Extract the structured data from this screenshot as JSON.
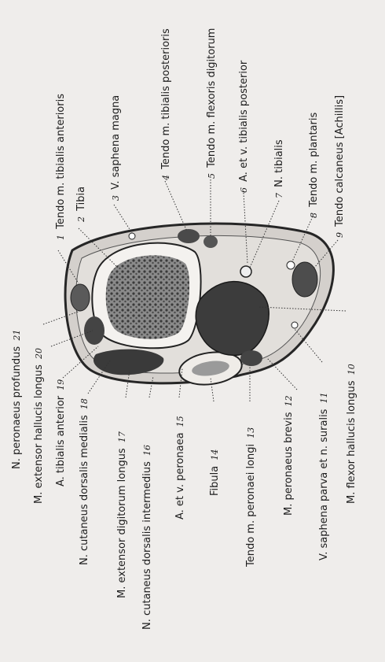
{
  "labels_top": [
    {
      "num": "1",
      "text": "Tendo m. tibialis anterioris"
    },
    {
      "num": "2",
      "text": "Tibia"
    },
    {
      "num": "3",
      "text": "V. saphena magna"
    },
    {
      "num": "4",
      "text": "Tendo m. tibialis posterioris"
    },
    {
      "num": "5",
      "text": "Tendo m. flexoris digitorum"
    },
    {
      "num": "6",
      "text": "A. et v. tibialis posterior"
    },
    {
      "num": "7",
      "text": "N. tibialis"
    },
    {
      "num": "8",
      "text": "Tendo m. plantaris"
    },
    {
      "num": "9",
      "text": "Tendo calcaneus [Achillis]"
    }
  ],
  "labels_bottom": [
    {
      "num": "21",
      "text": "N. peronaeus profundus"
    },
    {
      "num": "20",
      "text": "M. extensor hallucis longus"
    },
    {
      "num": "19",
      "text": "A. tibialis anterior"
    },
    {
      "num": "18",
      "text": "N. cutaneus dorsalis medialis"
    },
    {
      "num": "17",
      "text": "M. extensor digitorum longus"
    },
    {
      "num": "16",
      "text": "N. cutaneus dorsalis intermedius"
    },
    {
      "num": "15",
      "text": "A. et v. peronaea"
    },
    {
      "num": "14",
      "text": "Fibula"
    },
    {
      "num": "13",
      "text": "Tendo m. peronaei longi"
    },
    {
      "num": "12",
      "text": "M. peronaeus brevis"
    },
    {
      "num": "11",
      "text": "V. saphena parva et n. suralis"
    },
    {
      "num": "10",
      "text": "M. flexor hallucis longus"
    }
  ]
}
